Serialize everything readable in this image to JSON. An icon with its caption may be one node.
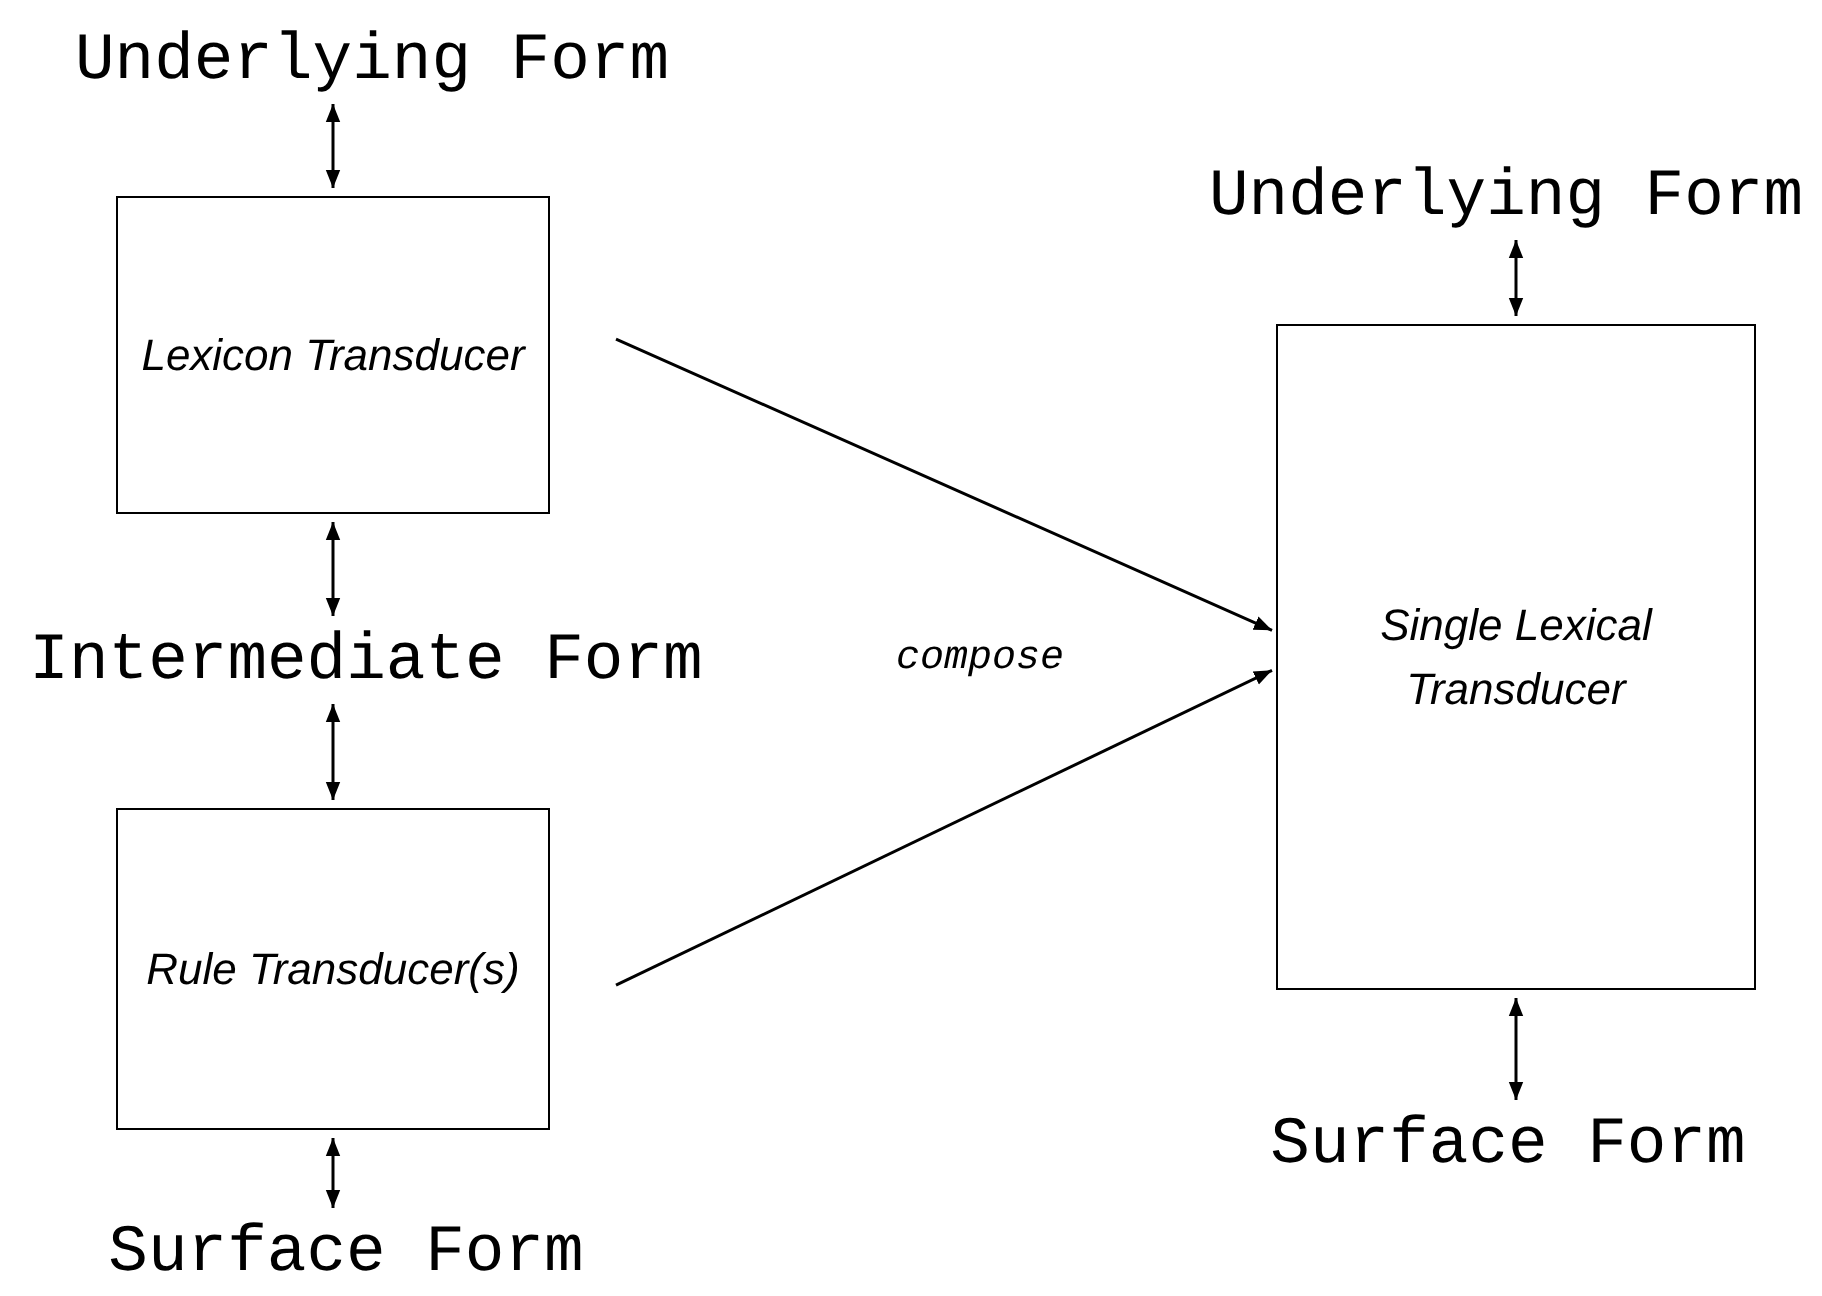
{
  "diagram": {
    "nodes": [
      {
        "text": [
          "Underlying Form"
        ]
      },
      {
        "text": [
          "Lexicon Transducer"
        ]
      },
      {
        "text": [
          "Intermediate Form"
        ]
      },
      {
        "text": [
          "Rule Transducer(s)"
        ]
      },
      {
        "text": [
          "Surface Form"
        ]
      },
      {
        "text": [
          "Underlying Form"
        ]
      },
      {
        "text": [
          "Single Lexical Transducer"
        ]
      },
      {
        "text": [
          "Surface Form"
        ]
      }
    ],
    "edges": [
      {
        "from": 0,
        "to": 1,
        "arrow": "both"
      },
      {
        "from": 1,
        "to": 2,
        "arrow": "both"
      },
      {
        "from": 2,
        "to": 3,
        "arrow": "both"
      },
      {
        "from": 3,
        "to": 4,
        "arrow": "both"
      },
      {
        "from": 5,
        "to": 6,
        "arrow": "both"
      },
      {
        "from": 6,
        "to": 7,
        "arrow": "both"
      },
      {
        "from": 1,
        "to": 6,
        "arrow": "to"
      },
      {
        "from": 3,
        "to": 6,
        "arrow": "to"
      }
    ],
    "labels": [
      "compose"
    ]
  }
}
